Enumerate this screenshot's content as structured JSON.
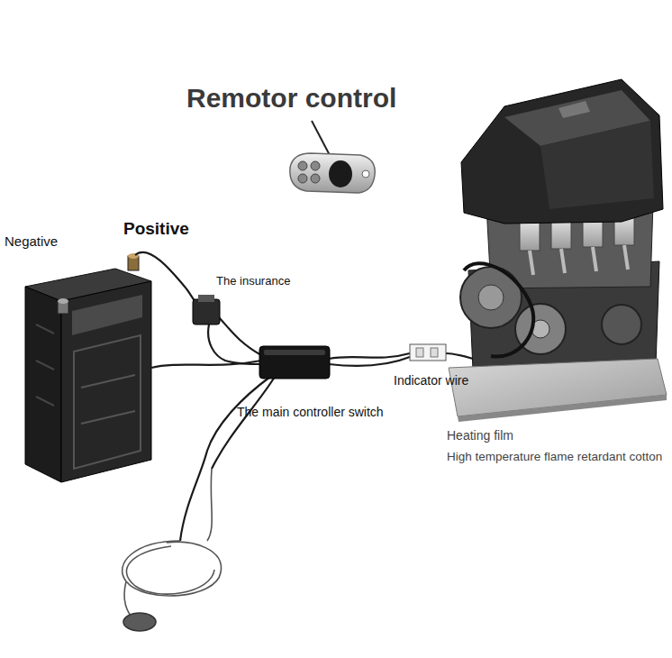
{
  "diagram": {
    "labels": [
      "Remotor control",
      "Negative",
      "Positive",
      "The insurance",
      "The main controller switch",
      "Indicator wire",
      "Heating film",
      "High temperature flame retardant cotton"
    ]
  }
}
